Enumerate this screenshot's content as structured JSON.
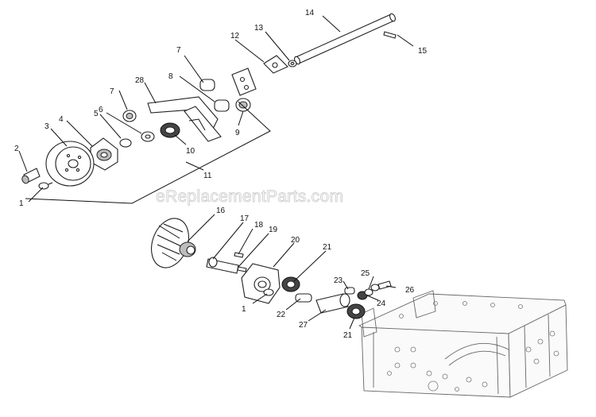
{
  "watermark": "eReplacementParts.com",
  "callouts": [
    {
      "id": "c1a",
      "label": "1"
    },
    {
      "id": "c2",
      "label": "2"
    },
    {
      "id": "c3",
      "label": "3"
    },
    {
      "id": "c4",
      "label": "4"
    },
    {
      "id": "c5",
      "label": "5"
    },
    {
      "id": "c6",
      "label": "6"
    },
    {
      "id": "c7a",
      "label": "7"
    },
    {
      "id": "c7b",
      "label": "7"
    },
    {
      "id": "c8",
      "label": "8"
    },
    {
      "id": "c9",
      "label": "9"
    },
    {
      "id": "c10",
      "label": "10"
    },
    {
      "id": "c11",
      "label": "11"
    },
    {
      "id": "c12",
      "label": "12"
    },
    {
      "id": "c13",
      "label": "13"
    },
    {
      "id": "c14",
      "label": "14"
    },
    {
      "id": "c15",
      "label": "15"
    },
    {
      "id": "c16",
      "label": "16"
    },
    {
      "id": "c17",
      "label": "17"
    },
    {
      "id": "c18",
      "label": "18"
    },
    {
      "id": "c19",
      "label": "19"
    },
    {
      "id": "c20",
      "label": "20"
    },
    {
      "id": "c21a",
      "label": "21"
    },
    {
      "id": "c21b",
      "label": "21"
    },
    {
      "id": "c22",
      "label": "22"
    },
    {
      "id": "c23",
      "label": "23"
    },
    {
      "id": "c24",
      "label": "24"
    },
    {
      "id": "c25",
      "label": "25"
    },
    {
      "id": "c26",
      "label": "26"
    },
    {
      "id": "c27",
      "label": "27"
    },
    {
      "id": "c28",
      "label": "28"
    },
    {
      "id": "c1b",
      "label": "1"
    }
  ]
}
